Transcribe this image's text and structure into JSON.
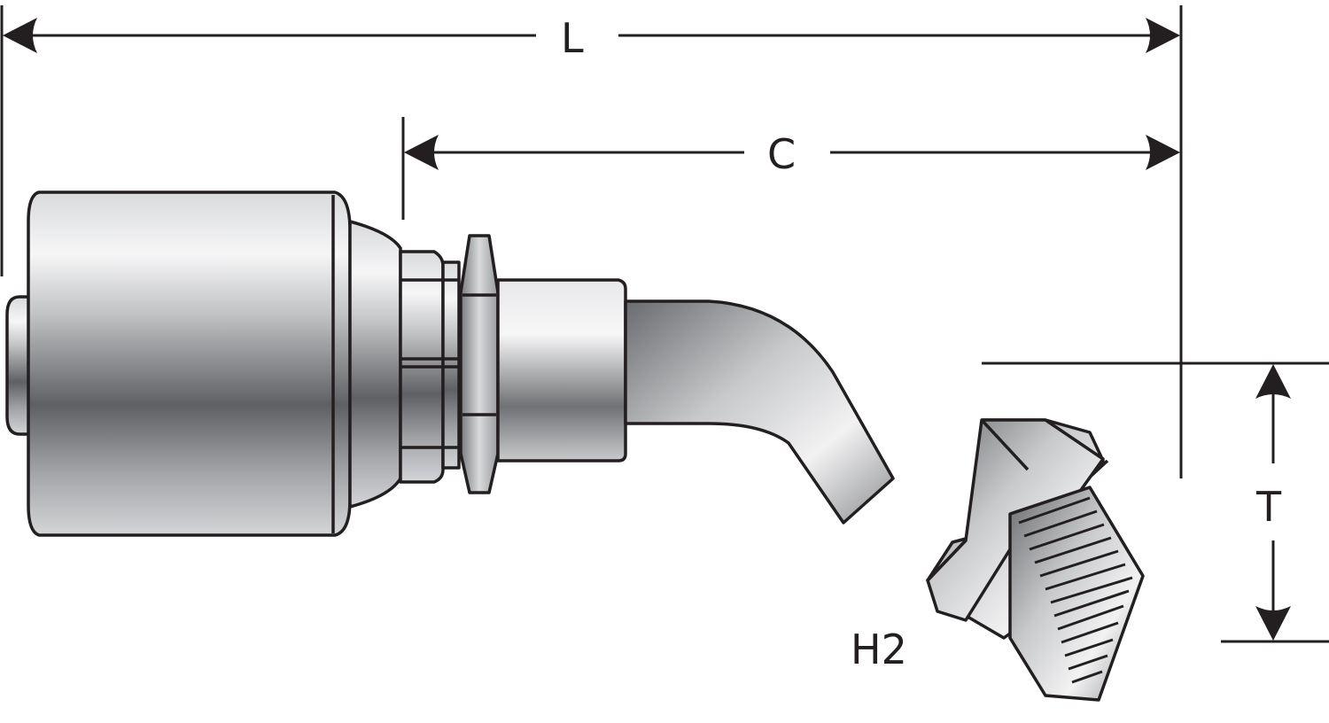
{
  "diagram": {
    "subject": "45-degree male pipe hose fitting",
    "dimensions": {
      "L": {
        "label": "L"
      },
      "C": {
        "label": "C"
      },
      "T": {
        "label": "T"
      },
      "H2": {
        "label": "H2"
      }
    },
    "colors": {
      "line": "#231f20",
      "metal_light": "#f2f2f3",
      "metal_mid": "#b5b6b8",
      "metal_dark": "#5f6063",
      "background": "#ffffff"
    }
  }
}
